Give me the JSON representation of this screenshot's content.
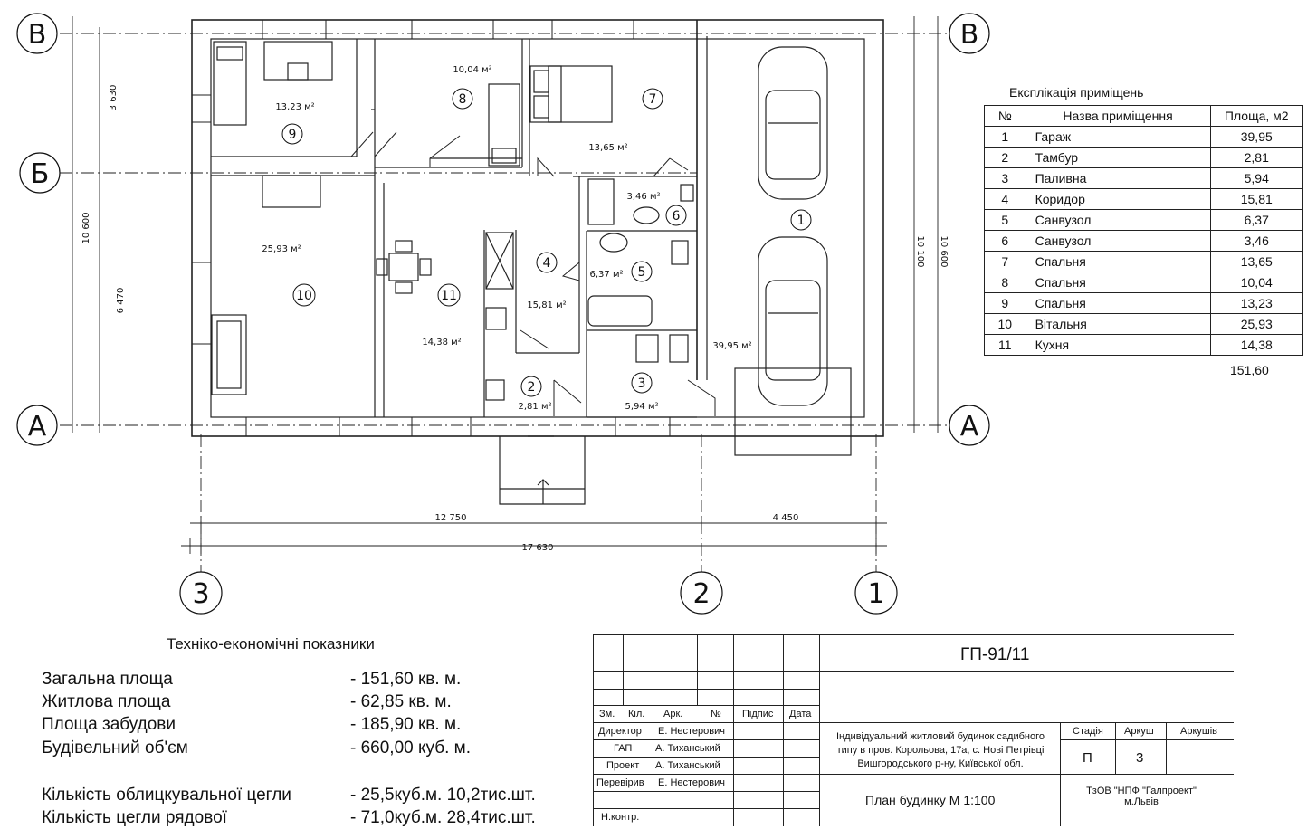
{
  "plan": {
    "axes_letters": [
      "В",
      "Б",
      "А"
    ],
    "axes_numbers": [
      "3",
      "2",
      "1"
    ],
    "dims_left": [
      "3 630",
      "6 470",
      "10 600"
    ],
    "dims_right": [
      "10 100",
      "10 600"
    ],
    "dims_bottom": [
      "12 750",
      "4 450",
      "17 630"
    ],
    "areas": {
      "r1": "39,95 м²",
      "r2": "2,81 м²",
      "r3": "5,94 м²",
      "r4": "15,81 м²",
      "r5": "6,37 м²",
      "r6": "3,46 м²",
      "r7": "13,65 м²",
      "r8": "10,04 м²",
      "r9": "13,23 м²",
      "r10": "25,93 м²",
      "r11": "14,38 м²"
    },
    "room_numbers": [
      "1",
      "2",
      "3",
      "4",
      "5",
      "6",
      "7",
      "8",
      "9",
      "10",
      "11"
    ]
  },
  "explication": {
    "title": "Експлікація приміщень",
    "headers": [
      "№",
      "Назва приміщення",
      "Площа, м2"
    ],
    "rows": [
      [
        "1",
        "Гараж",
        "39,95"
      ],
      [
        "2",
        "Тамбур",
        "2,81"
      ],
      [
        "3",
        "Паливна",
        "5,94"
      ],
      [
        "4",
        "Коридор",
        "15,81"
      ],
      [
        "5",
        "Санвузол",
        "6,37"
      ],
      [
        "6",
        "Санвузол",
        "3,46"
      ],
      [
        "7",
        "Спальня",
        "13,65"
      ],
      [
        "8",
        "Спальня",
        "10,04"
      ],
      [
        "9",
        "Спальня",
        "13,23"
      ],
      [
        "10",
        "Вітальня",
        "25,93"
      ],
      [
        "11",
        "Кухня",
        "14,38"
      ]
    ],
    "total": "151,60"
  },
  "tep": {
    "title": "Техніко-економічні показники",
    "rows": [
      {
        "label": "Загальна площа",
        "value": "- 151,60 кв. м."
      },
      {
        "label": "Житлова площа",
        "value": "- 62,85 кв. м."
      },
      {
        "label": "Площа забудови",
        "value": "- 185,90 кв. м."
      },
      {
        "label": "Будівельний об'єм",
        "value": "-  660,00 куб. м."
      },
      {
        "label": "Кількість облицкувальної цегли",
        "value": "- 25,5куб.м. 10,2тис.шт."
      },
      {
        "label": "Кількість цегли рядової",
        "value": "- 71,0куб.м. 28,4тис.шт."
      }
    ]
  },
  "stamp": {
    "code": "ГП-91/11",
    "headers": [
      "Зм.",
      "Кіл.",
      "Арк.",
      "№",
      "Підпис",
      "Дата"
    ],
    "staff": [
      {
        "role": "Директор",
        "name": "Е. Нестерович"
      },
      {
        "role": "ГАП",
        "name": "А. Тиханський"
      },
      {
        "role": "Проект",
        "name": "А. Тиханський"
      },
      {
        "role": "Перевірив",
        "name": "Е. Нестерович"
      },
      {
        "role": "Н.контр.",
        "name": ""
      }
    ],
    "desc": [
      "Індивідуальний житловий будинок садибного",
      "типу в пров. Корольова, 17а, с. Нові Петрівці",
      "Вишгородського р-ну, Київської обл."
    ],
    "stage_headers": [
      "Стадія",
      "Аркуш",
      "Аркушів"
    ],
    "stage_values": [
      "П",
      "3",
      ""
    ],
    "sheet_title": "План будинку М 1:100",
    "org_line1": "ТзОВ \"НПФ \"Галпроект\"",
    "org_line2": "м.Львів"
  }
}
